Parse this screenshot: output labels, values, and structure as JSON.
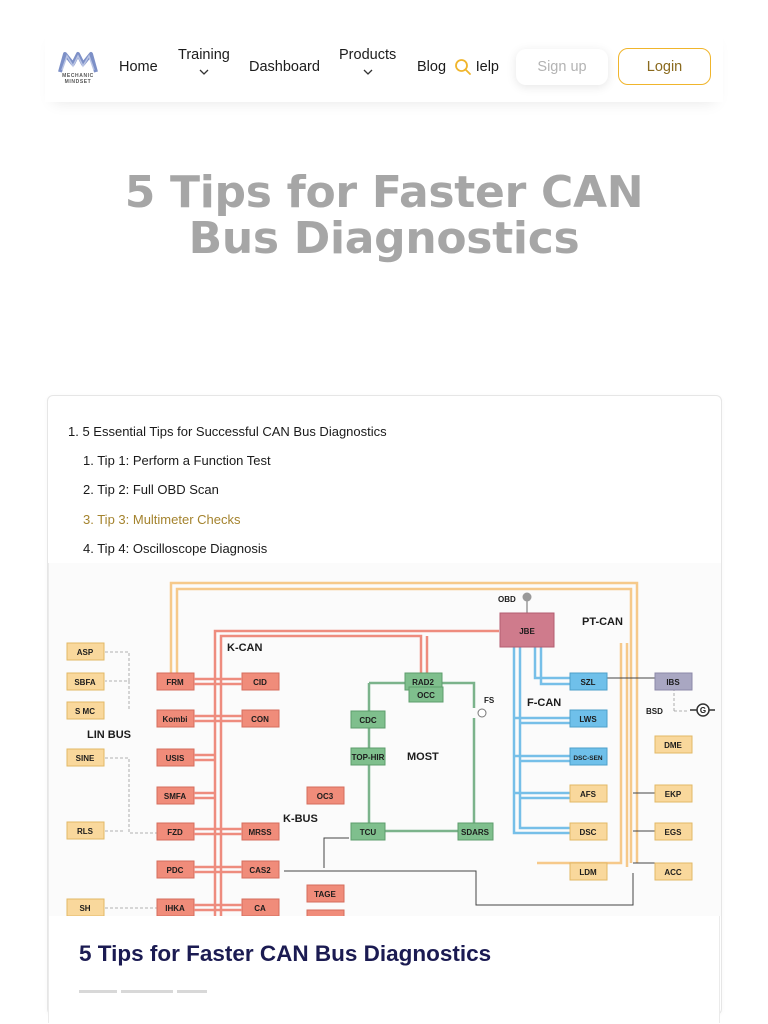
{
  "nav": {
    "logo_text_line1": "MECHANIC",
    "logo_text_line2": "MINDSET",
    "home": "Home",
    "training": "Training",
    "dashboard": "Dashboard",
    "products": "Products",
    "blog": "Blog",
    "help": "Help",
    "signup": "Sign up",
    "login": "Login",
    "search_icon": "search-icon",
    "accent_color": "#f0b52c"
  },
  "hero": {
    "title": "5 Tips for Faster CAN Bus Diagnostics"
  },
  "toc": {
    "items": [
      {
        "label": "1. 5 Essential Tips for Successful CAN Bus Diagnostics"
      },
      {
        "label": "1. Tip 1: Perform a Function Test"
      },
      {
        "label": "2. Tip 2: Full OBD Scan"
      },
      {
        "label": "3. Tip 3: Multimeter Checks",
        "active": true
      },
      {
        "label": "4. Tip 4: Oscilloscope Diagnosis"
      }
    ],
    "active_color": "#a4832e"
  },
  "post": {
    "title": "5 Tips for Faster CAN Bus Diagnostics",
    "diagram": {
      "bus_labels": [
        "K-CAN",
        "PT-CAN",
        "F-CAN",
        "LIN BUS",
        "MOST",
        "K-BUS",
        "OBD",
        "FS",
        "BSD",
        "G"
      ],
      "modules": [
        "ASP",
        "SBFA",
        "S MC",
        "SINE",
        "RLS",
        "SH",
        "FRM",
        "Kombi",
        "USIS",
        "SMFA",
        "FZD",
        "PDC",
        "IHKA",
        "CID",
        "CON",
        "MRSS",
        "CAS2",
        "CA",
        "OC3",
        "TAGE",
        "RAD2",
        "OCC",
        "CDC",
        "TOP-HIR",
        "TCU",
        "SDARS",
        "JBE",
        "SZL",
        "LWS",
        "DSC-SEN",
        "AFS",
        "DSC",
        "LDM",
        "IBS",
        "DME",
        "EKP",
        "EGS",
        "ACC"
      ]
    }
  }
}
